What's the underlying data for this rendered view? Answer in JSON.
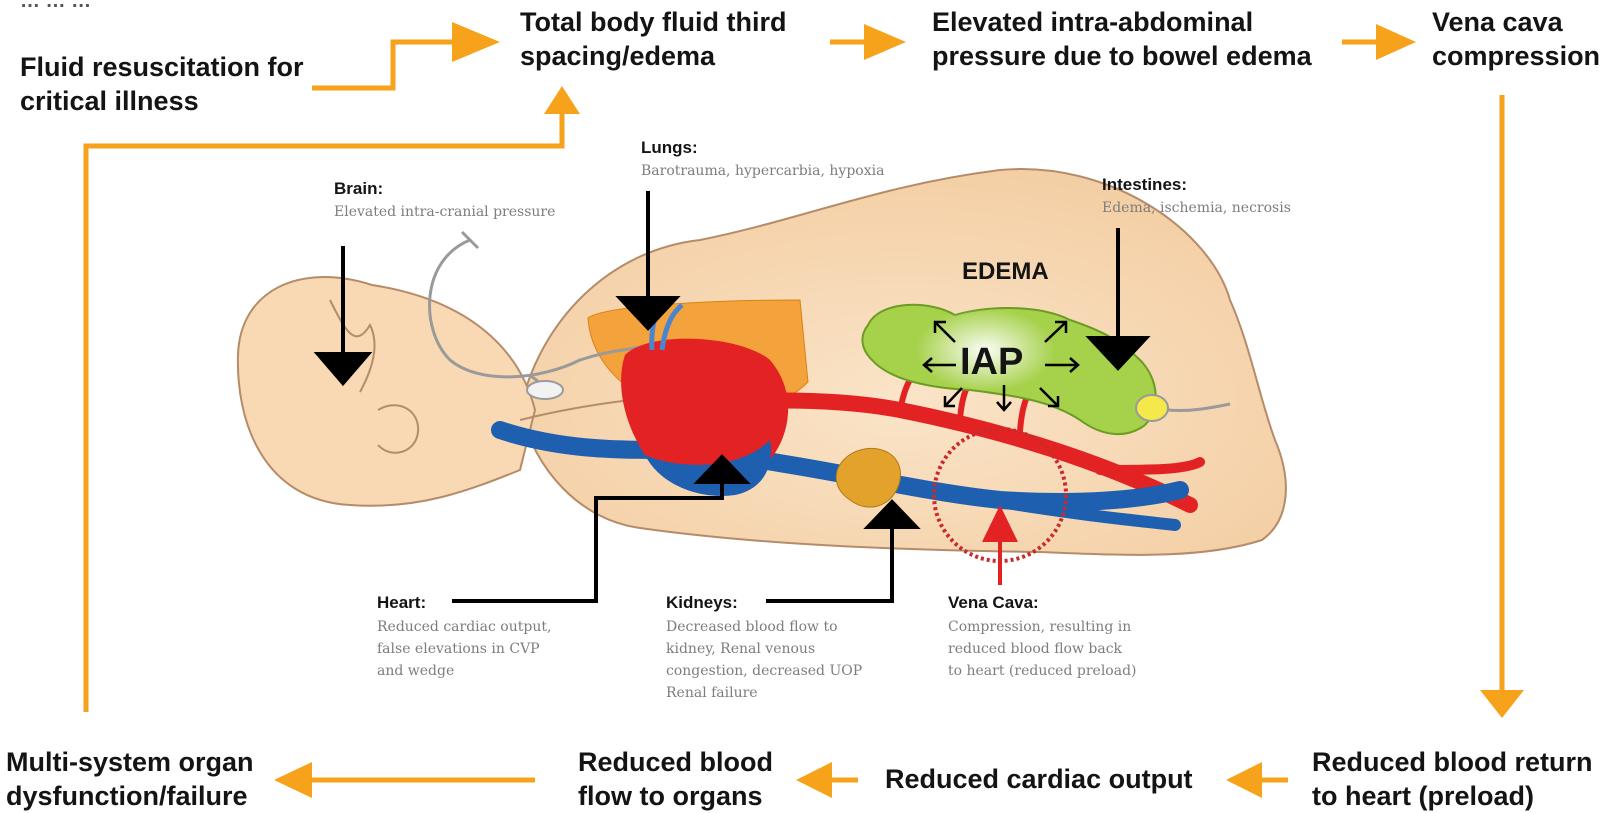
{
  "colors": {
    "orange": "#f7a21b",
    "artery": "#e32323",
    "vein": "#1f5fb0",
    "skin": "#f8d9b4",
    "lung": "#f4a23b",
    "intestine": "#a6d14a",
    "kidney": "#e2a22b"
  },
  "cycle": {
    "top_partial": "… … …",
    "fluid_resuscitation": "Fluid resuscitation for\ncritical illness",
    "third_spacing": "Total body fluid third\nspacing/edema",
    "elevated_iap": "Elevated intra-abdominal\npressure due to bowel edema",
    "vena_cava_compression": "Vena cava\ncompression",
    "reduced_return": "Reduced blood return\nto heart (preload)",
    "reduced_output": "Reduced cardiac output",
    "reduced_flow": "Reduced blood\nflow to organs",
    "mods": "Multi-system organ\ndysfunction/failure"
  },
  "organs": {
    "brain": {
      "name": "Brain:",
      "desc": "Elevated intra-cranial pressure"
    },
    "lungs": {
      "name": "Lungs:",
      "desc": "Barotrauma, hypercarbia, hypoxia"
    },
    "intestines": {
      "name": "Intestines:",
      "desc": "Edema, ischemia, necrosis"
    },
    "heart": {
      "name": "Heart:",
      "desc": "Reduced cardiac output,\nfalse elevations in CVP\nand wedge"
    },
    "kidneys": {
      "name": "Kidneys:",
      "desc": "Decreased blood flow to\nkidney, Renal venous\ncongestion, decreased UOP\nRenal failure"
    },
    "vena_cava": {
      "name": "Vena Cava:",
      "desc": "Compression, resulting in\nreduced blood flow back\nto heart (reduced preload)"
    }
  },
  "illustration": {
    "edema": "EDEMA",
    "iap": "IAP"
  }
}
